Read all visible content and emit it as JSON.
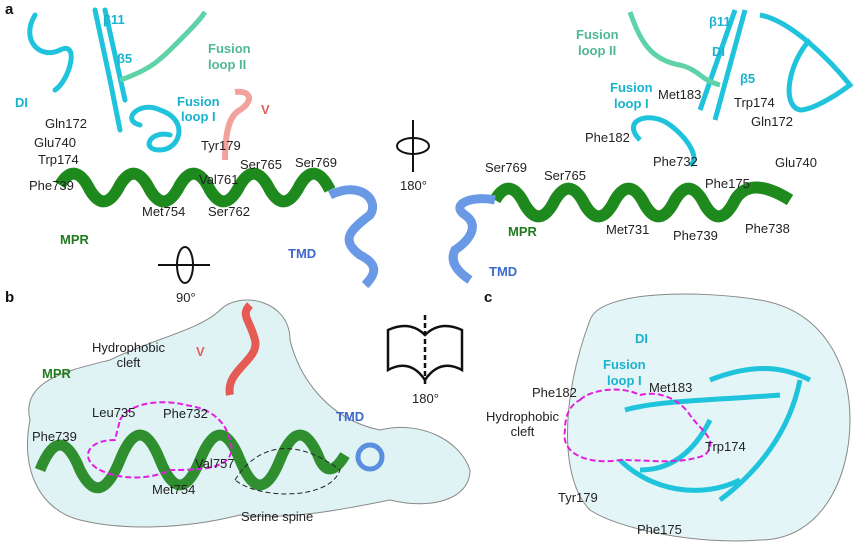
{
  "panel_a": {
    "letter": "a",
    "left": {
      "beta11": "β11",
      "beta5": "β5",
      "fusion_loop_ii": [
        "Fusion",
        "loop II"
      ],
      "di": "DI",
      "fusion_loop_i": [
        "Fusion",
        "loop I"
      ],
      "v": "V",
      "residues": [
        "Gln172",
        "Glu740",
        "Trp174",
        "Phe739",
        "Tyr179",
        "Ser765",
        "Ser769",
        "Val761",
        "Met754",
        "Ser762"
      ],
      "mpr": "MPR",
      "tmd": "TMD",
      "rotation_90": "90°"
    },
    "rotation_180": "180°",
    "right": {
      "fusion_loop_ii": [
        "Fusion",
        "loop II"
      ],
      "beta11": "β11",
      "di": "DI",
      "beta5": "β5",
      "fusion_loop_i": [
        "Fusion",
        "loop I"
      ],
      "residues": [
        "Met183",
        "Trp174",
        "Gln172",
        "Phe182",
        "Phe732",
        "Glu740",
        "Phe175",
        "Ser769",
        "Ser765",
        "Met731",
        "Phe739",
        "Phe738"
      ],
      "mpr": "MPR",
      "tmd": "TMD"
    }
  },
  "panel_b": {
    "letter": "b",
    "hydrophobic_cleft": [
      "Hydrophobic",
      "cleft"
    ],
    "v": "V",
    "mpr": "MPR",
    "residues": [
      "Leu735",
      "Phe732",
      "Phe739",
      "Val757",
      "Met754"
    ],
    "serine_spine": "Serine spine",
    "tmd": "TMD",
    "book_rotation": "180°"
  },
  "panel_c": {
    "letter": "c",
    "di": "DI",
    "fusion_loop_i": [
      "Fusion",
      "loop I"
    ],
    "hydrophobic_cleft": [
      "Hydrophobic",
      "cleft"
    ],
    "residues": [
      "Phe182",
      "Met183",
      "Trp174",
      "Tyr179",
      "Phe175"
    ]
  },
  "colors": {
    "mpr": "#1e7d1e",
    "di": "#19b3cf",
    "fusion_loop_ii": "#4fb894",
    "v": "#e0605a",
    "tmd": "#3d68cc",
    "cleft_outline": "#e020e0"
  }
}
